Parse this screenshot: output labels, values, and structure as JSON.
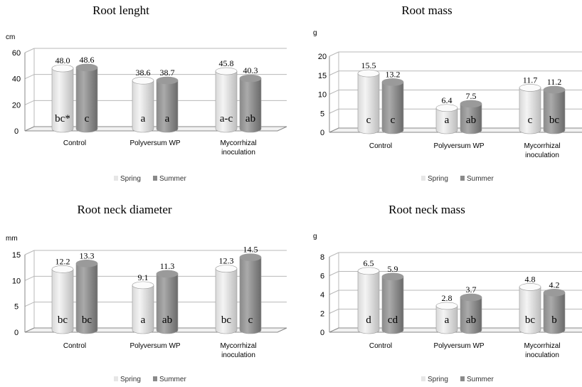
{
  "colors": {
    "spring_light": "#f4f4f4",
    "spring_mid": "#d8d8d8",
    "spring_dark": "#bdbdbd",
    "summer_light": "#aaaaaa",
    "summer_mid": "#8a8a8a",
    "summer_dark": "#6a6a6a",
    "grid": "#b8b8b8",
    "axis": "#888888"
  },
  "legend": [
    "Spring",
    "Summer"
  ],
  "chart_data": [
    {
      "type": "bar",
      "title": "Root lenght",
      "unit": "cm",
      "ylim": [
        0,
        60
      ],
      "ticks": [
        0,
        20,
        40,
        60
      ],
      "categories": [
        [
          "Control"
        ],
        [
          "Polyversum WP"
        ],
        [
          "Mycorrhizal",
          "inoculation"
        ]
      ],
      "series": [
        {
          "name": "Spring",
          "values": [
            48.0,
            38.6,
            45.8
          ],
          "labels": [
            "48.0",
            "38.6",
            "45.8"
          ],
          "letters": [
            "bc*",
            "a",
            "a-c"
          ]
        },
        {
          "name": "Summer",
          "values": [
            48.6,
            38.7,
            40.3
          ],
          "labels": [
            "48.6",
            "38.7",
            "40.3"
          ],
          "letters": [
            "c",
            "a",
            "ab"
          ]
        }
      ]
    },
    {
      "type": "bar",
      "title": "Root mass",
      "unit": "g",
      "ylim": [
        0,
        20
      ],
      "ticks": [
        0,
        5,
        10,
        15,
        20
      ],
      "categories": [
        [
          "Control"
        ],
        [
          "Polyversum WP"
        ],
        [
          "Mycorrhizal",
          "inoculation"
        ]
      ],
      "series": [
        {
          "name": "Spring",
          "values": [
            15.5,
            6.4,
            11.7
          ],
          "labels": [
            "15.5",
            "6.4",
            "11.7"
          ],
          "letters": [
            "c",
            "a",
            "c"
          ]
        },
        {
          "name": "Summer",
          "values": [
            13.2,
            7.5,
            11.2
          ],
          "labels": [
            "13.2",
            "7.5",
            "11.2"
          ],
          "letters": [
            "c",
            "ab",
            "bc"
          ]
        }
      ]
    },
    {
      "type": "bar",
      "title": "Root neck diameter",
      "unit": "mm",
      "ylim": [
        0,
        15
      ],
      "ticks": [
        0,
        5,
        10,
        15
      ],
      "categories": [
        [
          "Control"
        ],
        [
          "Polyversum WP"
        ],
        [
          "Mycorrhizal",
          "inoculation"
        ]
      ],
      "series": [
        {
          "name": "Spring",
          "values": [
            12.2,
            9.1,
            12.3
          ],
          "labels": [
            "12.2",
            "9.1",
            "12.3"
          ],
          "letters": [
            "bc",
            "a",
            "bc"
          ]
        },
        {
          "name": "Summer",
          "values": [
            13.3,
            11.3,
            14.5
          ],
          "labels": [
            "13.3",
            "11.3",
            "14.5"
          ],
          "letters": [
            "bc",
            "ab",
            "c"
          ]
        }
      ]
    },
    {
      "type": "bar",
      "title": "Root neck mass",
      "unit": "g",
      "ylim": [
        0,
        8
      ],
      "ticks": [
        0,
        2,
        4,
        6,
        8
      ],
      "categories": [
        [
          "Control"
        ],
        [
          "Polyversum WP"
        ],
        [
          "Mycorrhizal",
          "inoculation"
        ]
      ],
      "series": [
        {
          "name": "Spring",
          "values": [
            6.5,
            2.8,
            4.8
          ],
          "labels": [
            "6.5",
            "2.8",
            "4.8"
          ],
          "letters": [
            "d",
            "a",
            "bc"
          ]
        },
        {
          "name": "Summer",
          "values": [
            5.9,
            3.7,
            4.2
          ],
          "labels": [
            "5.9",
            "3.7",
            "4.2"
          ],
          "letters": [
            "cd",
            "ab",
            "b"
          ]
        }
      ]
    }
  ]
}
